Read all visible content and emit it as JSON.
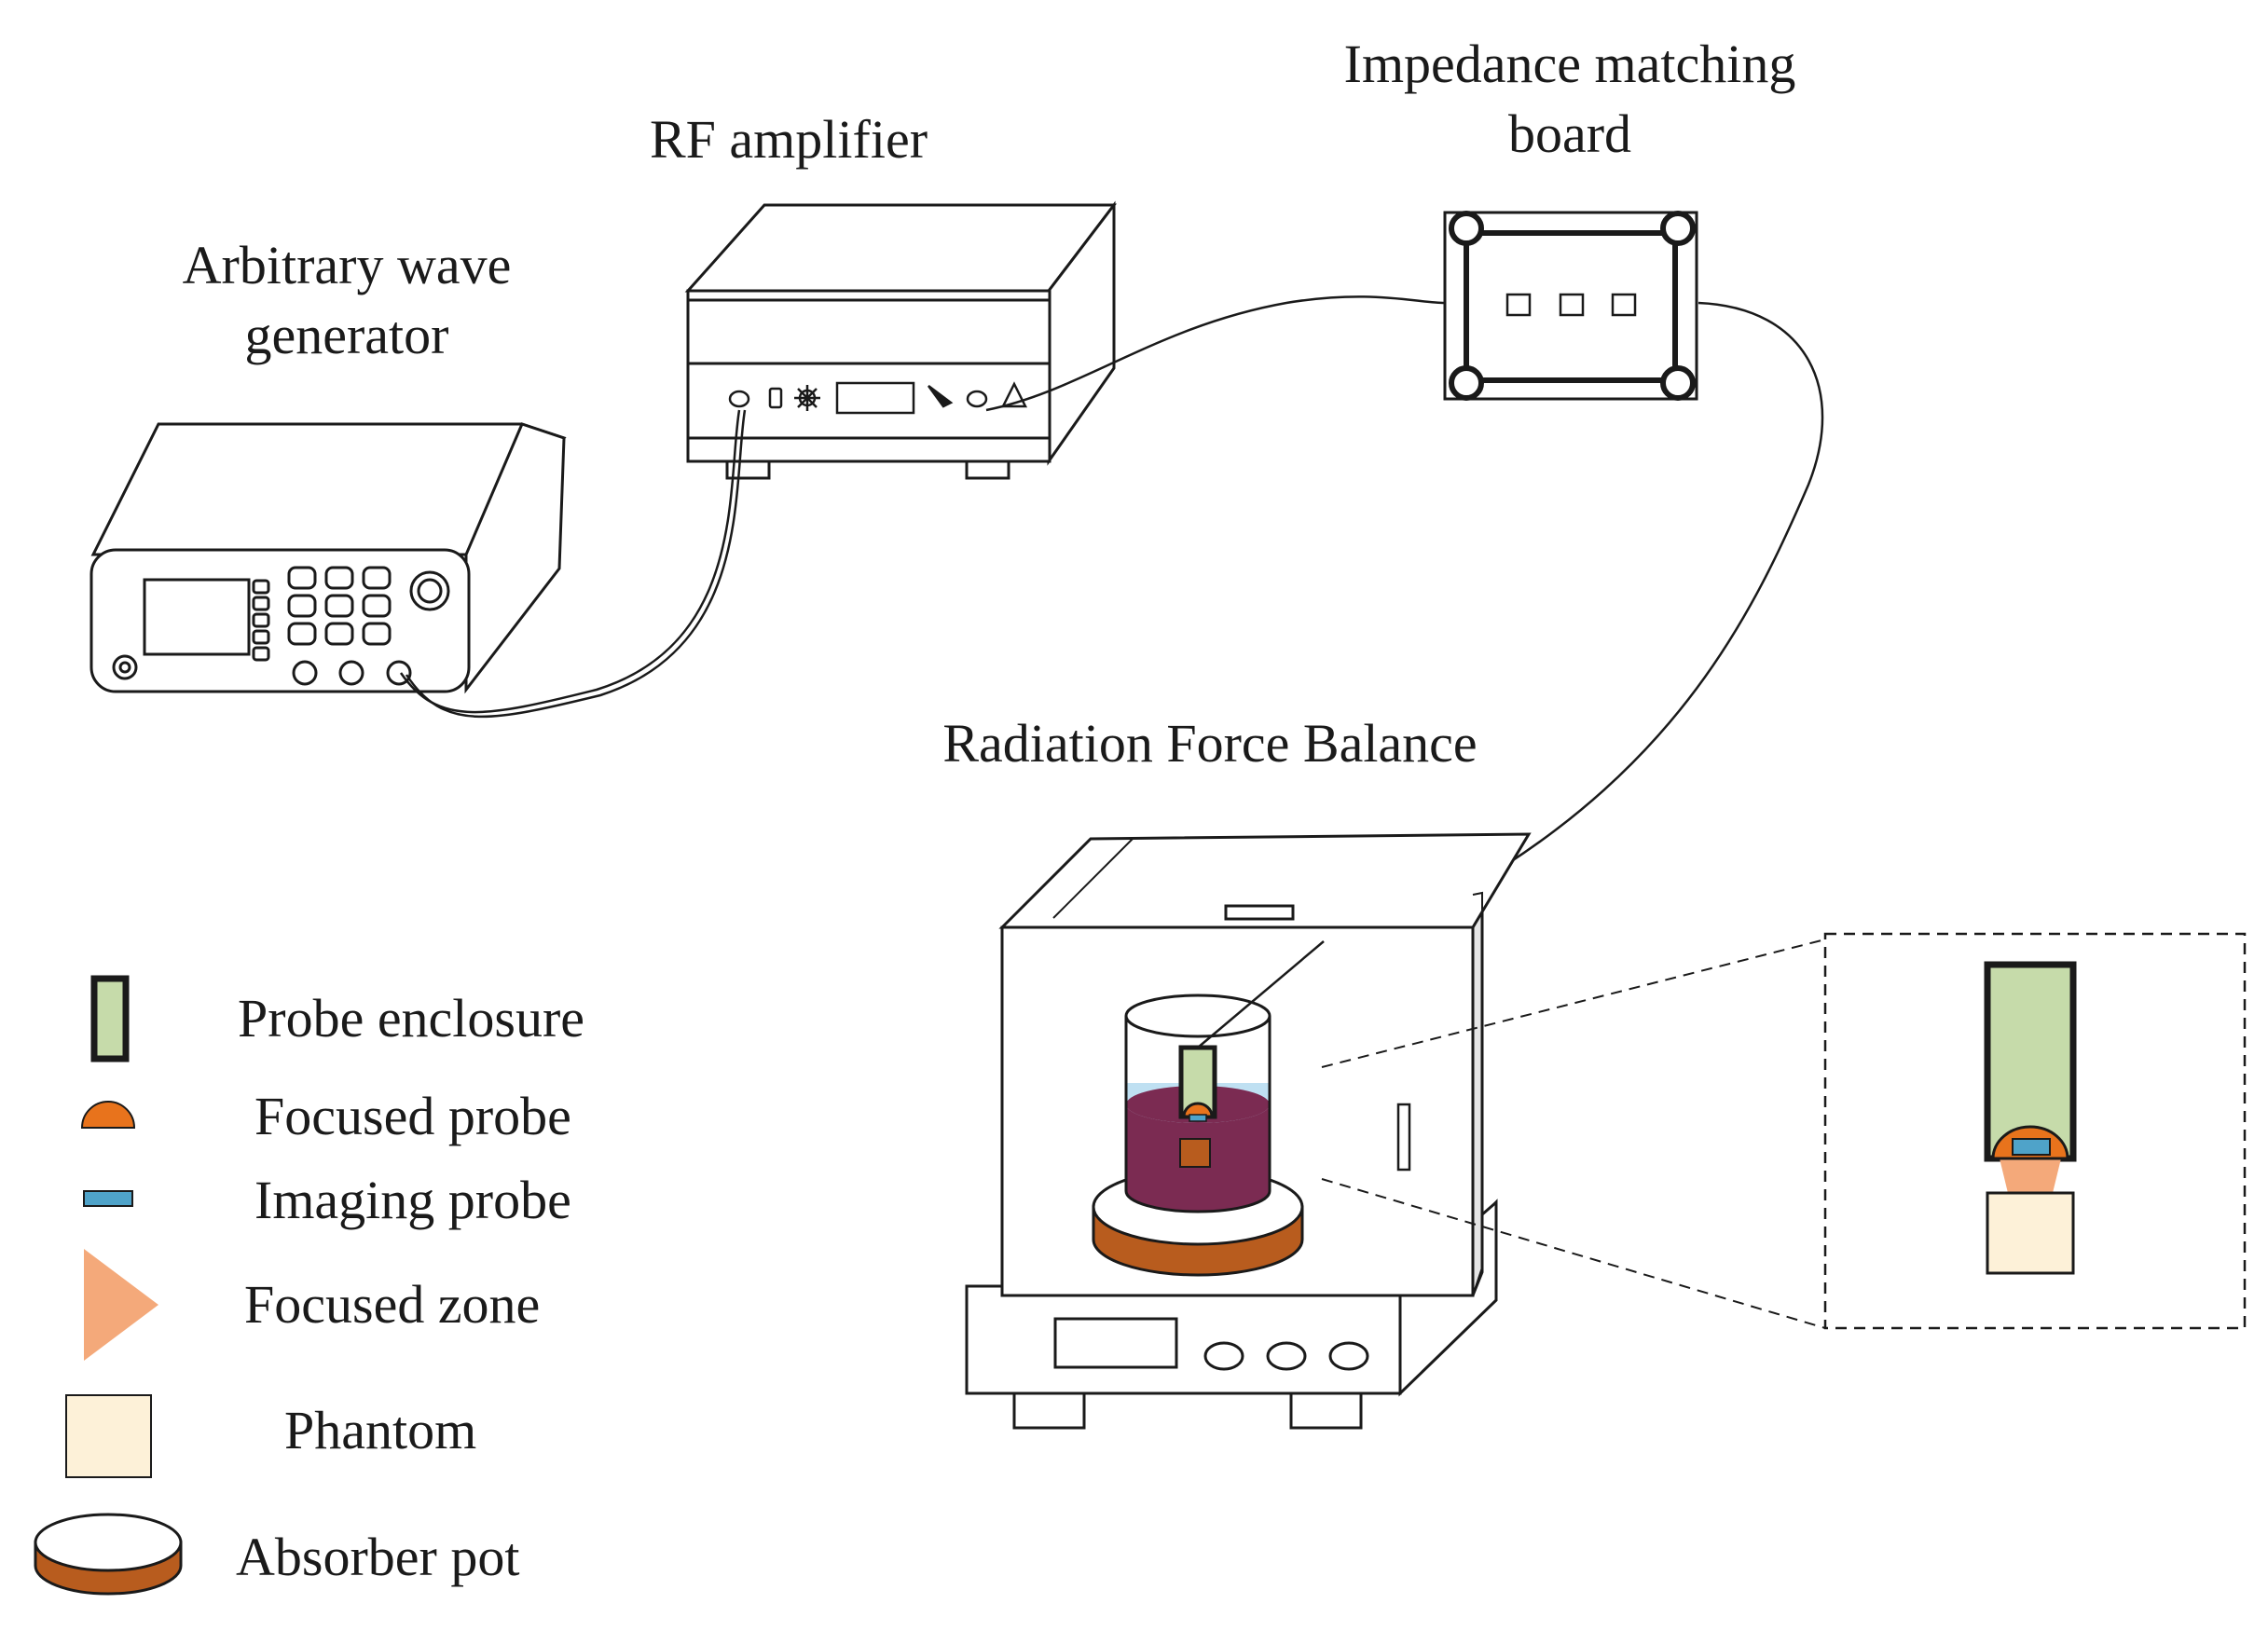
{
  "labels": {
    "arbitrary_wave_generator": "Arbitrary wave generator",
    "arbitrary_line1": "Arbitrary wave",
    "arbitrary_line2": "generator",
    "rf_amplifier": "RF amplifier",
    "impedance_line1": "Impedance matching",
    "impedance_line2": "board",
    "radiation_force_balance": "Radiation Force Balance"
  },
  "legend": [
    {
      "id": "probe-enclosure",
      "label": "Probe enclosure",
      "color": "#c6dbaa"
    },
    {
      "id": "focused-probe",
      "label": "Focused probe",
      "color": "#e8731c"
    },
    {
      "id": "imaging-probe",
      "label": "Imaging probe",
      "color": "#4fa3c9"
    },
    {
      "id": "focused-zone",
      "label": "Focused zone",
      "color": "#f4a97a"
    },
    {
      "id": "phantom",
      "label": "Phantom",
      "color": "#fdf1d8"
    },
    {
      "id": "absorber-pot",
      "label": "Absorber pot",
      "color": "#b85c1e"
    }
  ],
  "colors": {
    "stroke": "#1a1a1a",
    "water": "#bfe0f2",
    "absorber_liquid": "#7b2b52",
    "panel_side": "#e6e6e6"
  }
}
